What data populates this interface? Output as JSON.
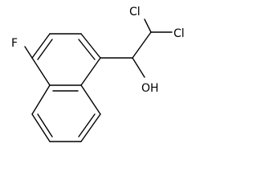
{
  "molecule": {
    "atoms": {
      "f": "F",
      "cl_left": "Cl",
      "cl_right": "Cl",
      "oh": "OH"
    }
  }
}
